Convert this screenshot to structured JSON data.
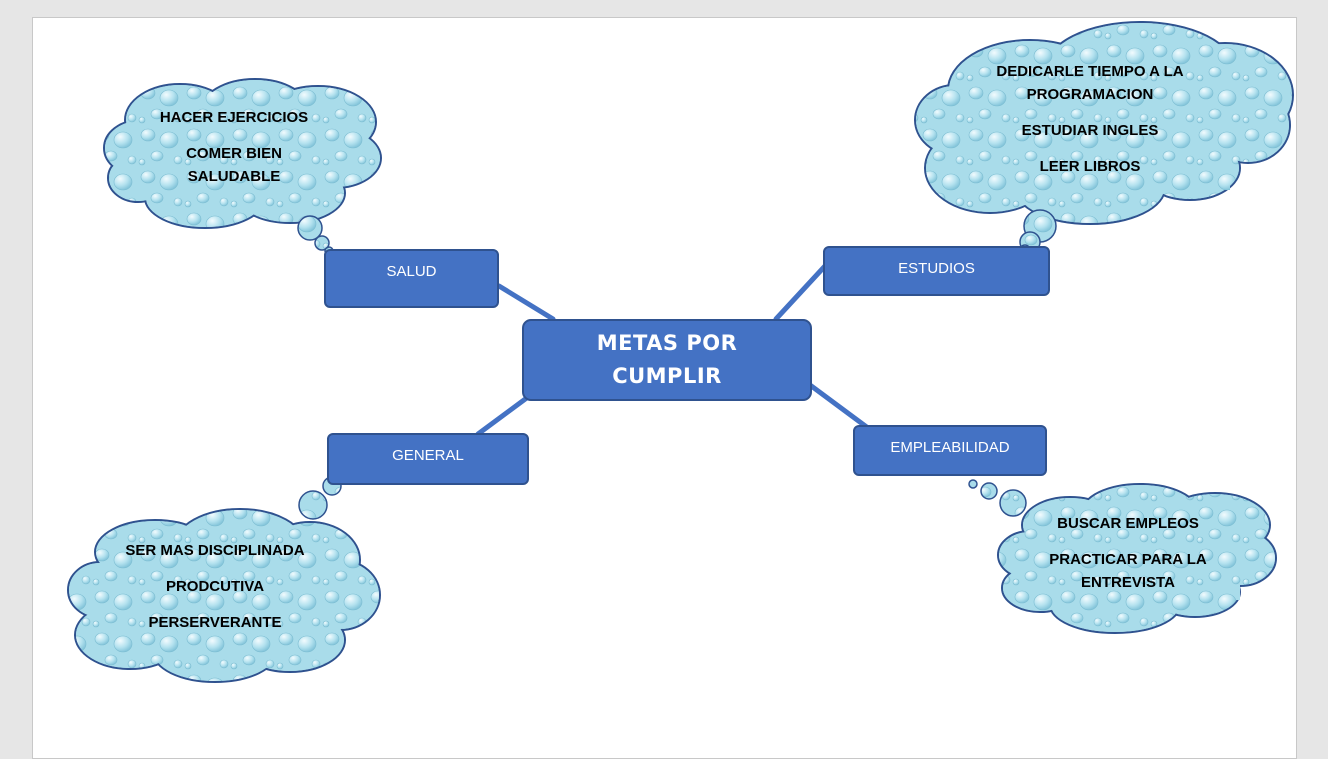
{
  "central": {
    "line1": "METAS POR",
    "line2": "CUMPLIR"
  },
  "branches": {
    "salud": {
      "label": "SALUD",
      "items": [
        [
          "HACER EJERCICIOS"
        ],
        [
          "COMER BIEN",
          "SALUDABLE"
        ]
      ]
    },
    "estudios": {
      "label": "ESTUDIOS",
      "items": [
        [
          "DEDICARLE TIEMPO A LA",
          "PROGRAMACION"
        ],
        [
          "ESTUDIAR INGLES"
        ],
        [
          "LEER LIBROS"
        ]
      ]
    },
    "general": {
      "label": "GENERAL",
      "items": [
        [
          "SER MAS DISCIPLINADA"
        ],
        [
          "PRODCUTIVA"
        ],
        [
          "PERSERVERANTE"
        ]
      ]
    },
    "empleabilidad": {
      "label": "EMPLEABILIDAD",
      "items": [
        [
          "BUSCAR EMPLEOS"
        ],
        [
          "PRACTICAR PARA LA",
          "ENTREVISTA"
        ]
      ]
    }
  },
  "colors": {
    "box_fill": "#4472c4",
    "box_border": "#2f528f",
    "connector": "#4472c4",
    "cloud_fill": "#a9dcea",
    "cloud_border": "#2f528f"
  },
  "icons": {
    "cloud": "thought-cloud-icon",
    "bubble": "thought-bubble-icon"
  }
}
